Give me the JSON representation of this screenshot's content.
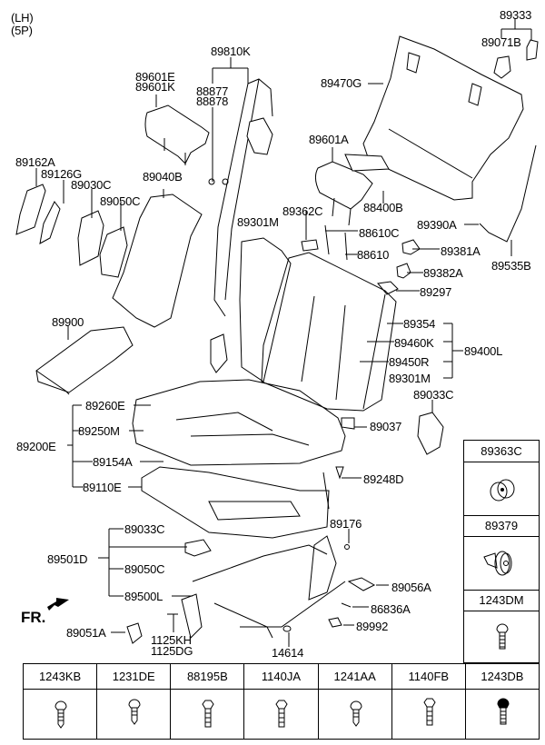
{
  "header": {
    "side": "(LH)",
    "variant": "(5P)"
  },
  "labels": {
    "belt_group": "89810K",
    "belt_bolt_a": "88877",
    "belt_bolt_b": "88878",
    "headrest_lh_a": "89601E",
    "headrest_lh_b": "89601K",
    "bracket_a": "89162A",
    "bracket_b": "89126G",
    "cover_a": "89030C",
    "cover_b": "89050C",
    "back_panel": "89040B",
    "back_frame": "89301M",
    "armrest": "89900",
    "back_board": "89470G",
    "switch_group": "89333",
    "switch": "89071B",
    "headrest_center": "89601A",
    "guide": "88400B",
    "cushion_clip": "89362C",
    "guide_c": "88610C",
    "guide_plain": "88610",
    "cable_end": "89390A",
    "cable": "89535B",
    "striker_a": "89381A",
    "striker_b": "89382A",
    "striker_c": "89297",
    "back_assy": "89400L",
    "back_sub_1": "89354",
    "back_sub_2": "89460K",
    "back_sub_3": "89450R",
    "back_sub_4": "89301M",
    "hinge_cover_top": "89033C",
    "cushion_assy": "89200E",
    "cushion_sub_1": "89260E",
    "cushion_sub_2": "89250M",
    "cushion_sub_3": "89154A",
    "cushion_sub_4": "89110E",
    "tag": "89037",
    "hook": "89248D",
    "nut": "89176",
    "track_assy": "89501D",
    "track_sub_1": "89033C",
    "track_sub_2": "89050C",
    "track_sub_3": "89500L",
    "bracket_cover": "89056A",
    "bolt_small": "86836A",
    "bushing": "89992",
    "cap": "89051A",
    "bolt_a": "1125KH",
    "bolt_b": "1125DG",
    "washer": "14614",
    "front_indicator": "FR."
  },
  "side_table": [
    {
      "part": "89363C",
      "icon": "clip-icon"
    },
    {
      "part": "89379",
      "icon": "grommet-icon"
    },
    {
      "part": "1243DM",
      "icon": "screw-icon"
    }
  ],
  "bottom_table": [
    {
      "part": "1243KB",
      "icon": "screw-icon"
    },
    {
      "part": "1231DE",
      "icon": "screw-icon"
    },
    {
      "part": "88195B",
      "icon": "hex-bolt-icon"
    },
    {
      "part": "1140JA",
      "icon": "hex-bolt-icon"
    },
    {
      "part": "1241AA",
      "icon": "screw-icon"
    },
    {
      "part": "1140FB",
      "icon": "hex-bolt-icon"
    },
    {
      "part": "1243DB",
      "icon": "screw-icon"
    }
  ]
}
